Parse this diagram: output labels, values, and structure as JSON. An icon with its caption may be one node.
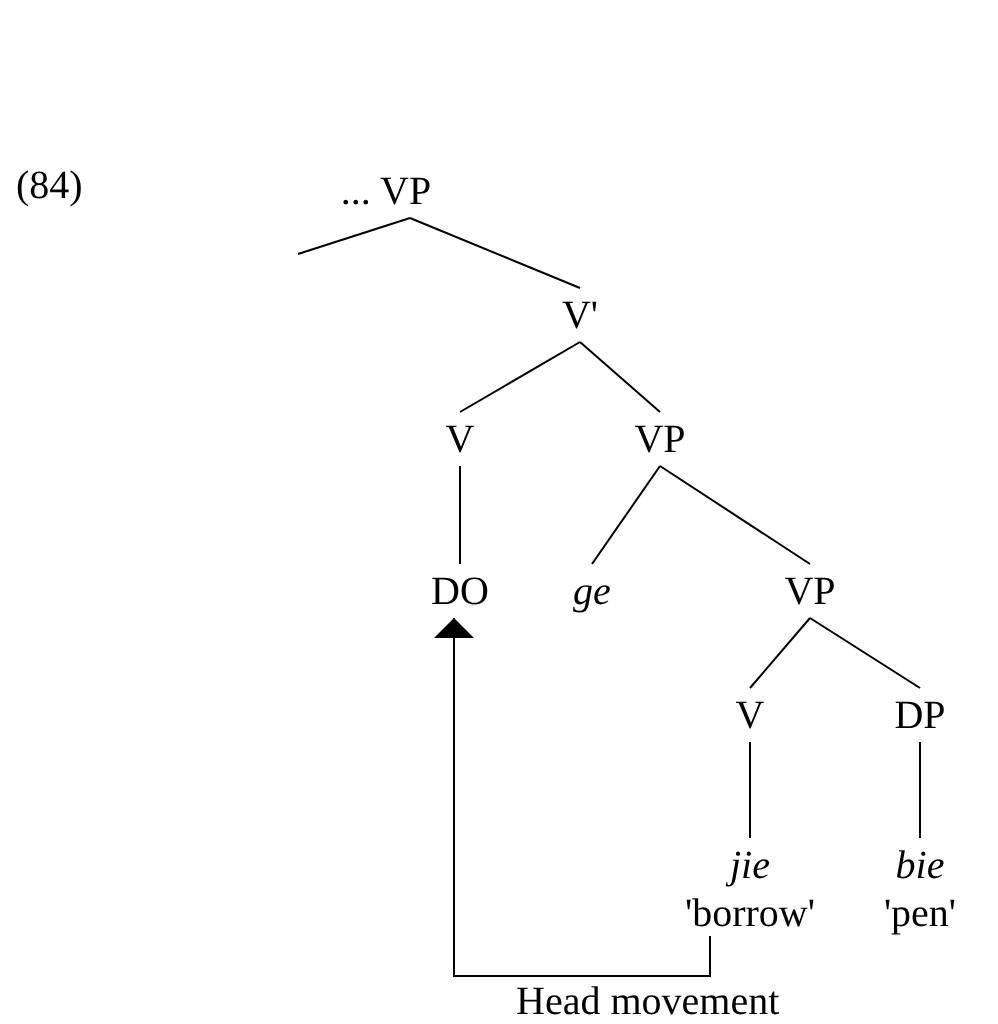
{
  "diagram": {
    "nodes": [
      {
        "text": [
          "... VP"
        ]
      },
      {
        "text": [
          "V'"
        ]
      },
      {
        "text": [
          "V"
        ]
      },
      {
        "text": [
          "VP"
        ]
      },
      {
        "text": [
          "DO"
        ]
      },
      {
        "text": [
          "ge"
        ]
      },
      {
        "text": [
          "VP"
        ]
      },
      {
        "text": [
          "V"
        ]
      },
      {
        "text": [
          "DP"
        ]
      },
      {
        "text": [
          "jie"
        ]
      },
      {
        "text": [
          "'borrow'"
        ]
      },
      {
        "text": [
          "bie"
        ]
      },
      {
        "text": [
          "'pen'"
        ]
      }
    ],
    "edges": [
      {
        "from": 0,
        "to": null,
        "arrow": "none"
      },
      {
        "from": 0,
        "to": 1,
        "arrow": "none"
      },
      {
        "from": 1,
        "to": 2,
        "arrow": "none"
      },
      {
        "from": 1,
        "to": 3,
        "arrow": "none"
      },
      {
        "from": 2,
        "to": 4,
        "arrow": "none"
      },
      {
        "from": 3,
        "to": 5,
        "arrow": "none"
      },
      {
        "from": 3,
        "to": 6,
        "arrow": "none"
      },
      {
        "from": 6,
        "to": 7,
        "arrow": "none"
      },
      {
        "from": 6,
        "to": 8,
        "arrow": "none"
      },
      {
        "from": 7,
        "to": 9,
        "arrow": "none"
      },
      {
        "from": 8,
        "to": 11,
        "arrow": "none"
      },
      {
        "from": 10,
        "to": 4,
        "arrow": "to"
      }
    ],
    "labels": [
      "(84)",
      "Head movement"
    ]
  }
}
